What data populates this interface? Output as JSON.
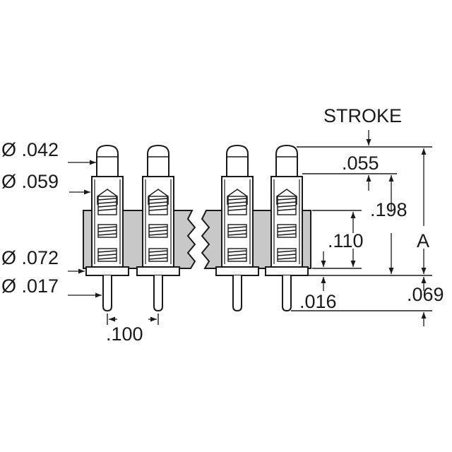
{
  "diagram": {
    "background": "#ffffff",
    "ink_color": "#1a1a1a",
    "board_color": "#c8c8c8",
    "pin_fill": "#ffffff",
    "labels": {
      "stroke": "STROKE",
      "dia_042": "Ø .042",
      "dia_059": "Ø .059",
      "dia_072": "Ø .072",
      "dia_017": "Ø .017",
      "dim_055": ".055",
      "dim_198": ".198",
      "dim_110": ".110",
      "dim_A": "A",
      "dim_016": ".016",
      "dim_069": ".069",
      "dim_100": ".100"
    }
  }
}
